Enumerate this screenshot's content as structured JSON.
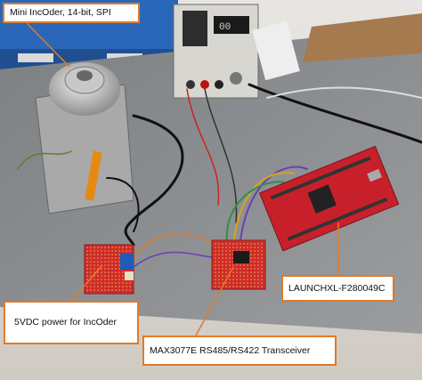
{
  "labels": {
    "incoder": "Mini IncOder, 14-bit, SPI",
    "power": "5VDC power for IncOder",
    "launchpad": "LAUNCHXL-F280049C",
    "transceiver": "MAX3077E RS485/RS422 Transceiver"
  },
  "colors": {
    "callout_border": "#e07b2a",
    "leader_line": "#e07b2a",
    "bench_surface": "#8a8d90",
    "pcb_red": "#d42a2a",
    "launchpad_red": "#c8202a"
  }
}
